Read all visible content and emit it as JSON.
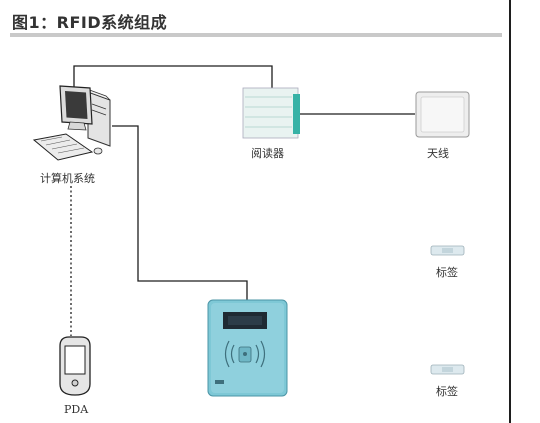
{
  "title": "图1：RFID系统组成",
  "nodes": {
    "computer": "计算机系统",
    "reader": "阅读器",
    "antenna": "天线",
    "tag1": "标签",
    "tag2": "标签",
    "pda": "PDA"
  },
  "colors": {
    "line": "#1e1e1e",
    "reader_accent": "#37b2a6",
    "device_body": "#7ec8d6",
    "antenna_panel": "#eeeeee"
  }
}
